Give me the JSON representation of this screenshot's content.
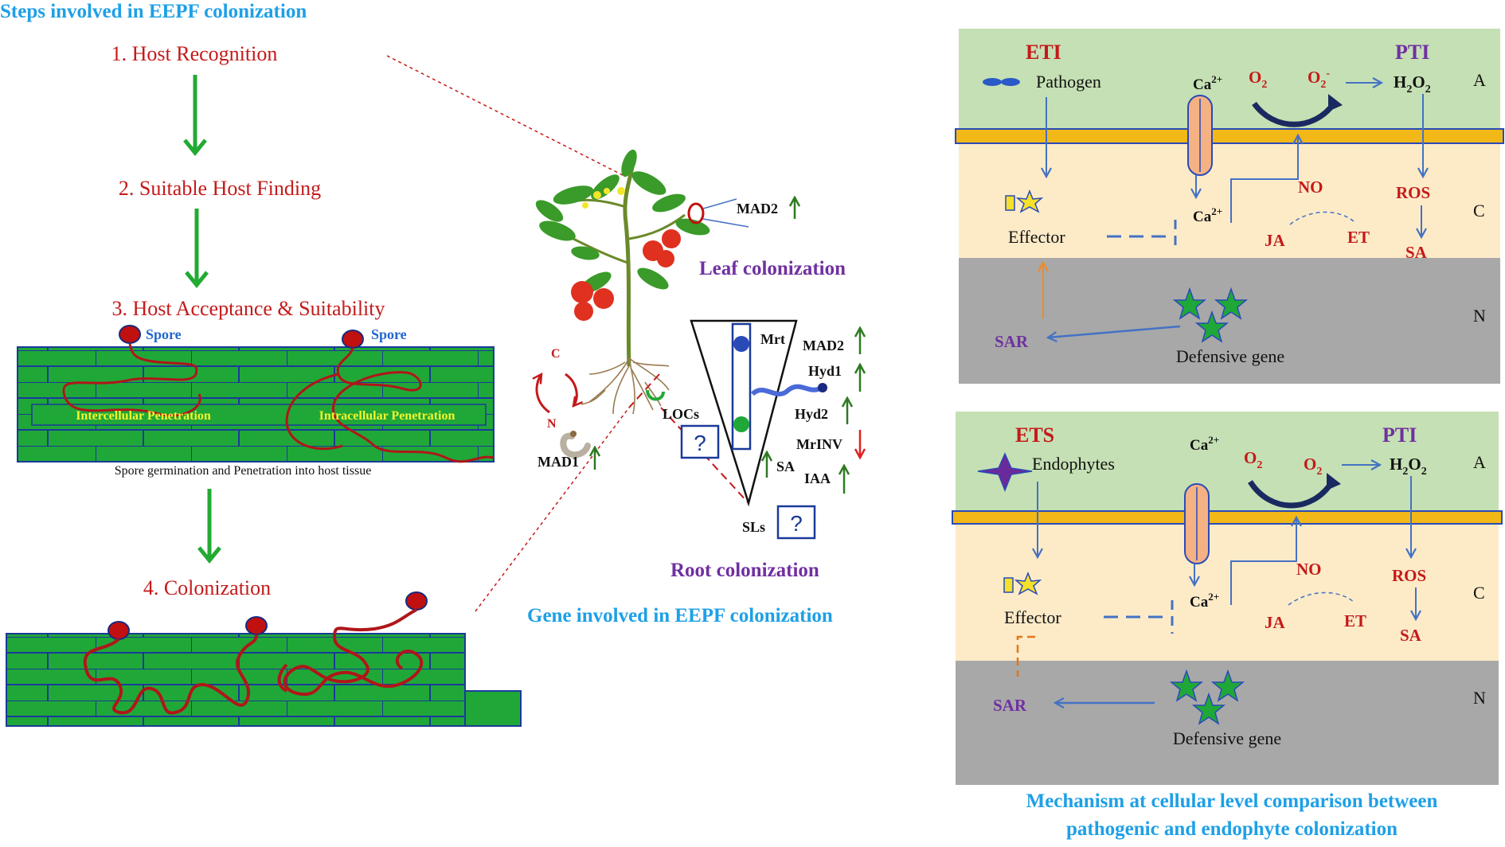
{
  "left": {
    "title": "Steps involved in EEPF colonization",
    "steps": [
      "1. Host Recognition",
      "2. Suitable Host Finding",
      "3. Host Acceptance &  Suitability",
      "4. Colonization"
    ],
    "spore_label": "Spore",
    "intercellular": "Intercellular Penetration",
    "intracellular": "Intracellular Penetration",
    "caption": "Spore germination and Penetration into host tissue"
  },
  "middle": {
    "leaf_title": "Leaf colonization",
    "root_title": "Root colonization",
    "gene_title": "Gene involved in EEPF colonization",
    "cycle_c": "C",
    "cycle_n": "N",
    "genes": {
      "mad2_leaf": "MAD2",
      "mad1": "MAD1",
      "locs": "LOCs",
      "mrt": "Mrt",
      "mad2_root": "MAD2",
      "hyd1": "Hyd1",
      "hyd2": "Hyd2",
      "mrinv": "MrINV",
      "iaa": "IAA",
      "sa": "SA",
      "sls": "SLs",
      "question": "?"
    }
  },
  "right": {
    "panel1": {
      "immunity_left": "ETI",
      "immunity_right": "PTI",
      "organism": "Pathogen",
      "ca_top": "Ca",
      "ca_bottom": "Ca",
      "ca_sup": "2+",
      "o2": "O",
      "o2_sub": "2",
      "o2_radical": "O",
      "o2_radical_sub": "2",
      "o2_radical_sup": "-",
      "h2o2_a": "H",
      "h2o2_sub1": "2",
      "h2o2_b": "O",
      "h2o2_sub2": "2",
      "no": "NO",
      "ros": "ROS",
      "ja": "JA",
      "et": "ET",
      "sa": "SA",
      "effector": "Effector",
      "sar": "SAR",
      "defensive": "Defensive gene",
      "zone_a": "A",
      "zone_c": "C",
      "zone_n": "N"
    },
    "panel2": {
      "immunity_left": "ETS",
      "immunity_right": "PTI",
      "organism": "Endophytes",
      "ca_top": "Ca",
      "ca_bottom": "Ca",
      "ca_sup": "2+",
      "o2": "O",
      "o2_sub": "2",
      "o2_radical": "O",
      "o2_radical_sub": "2",
      "h2o2_a": "H",
      "h2o2_sub1": "2",
      "h2o2_b": "O",
      "h2o2_sub2": "2",
      "no": "NO",
      "ros": "ROS",
      "ja": "JA",
      "et": "ET",
      "sa": "SA",
      "effector": "Effector",
      "sar": "SAR",
      "defensive": "Defensive gene",
      "zone_a": "A",
      "zone_c": "C",
      "zone_n": "N"
    },
    "caption_line1": "Mechanism at cellular level comparison between",
    "caption_line2": "pathogenic and endophyte colonization"
  },
  "colors": {
    "title_blue": "#1ea0e6",
    "step_red": "#c41a1a",
    "arrow_green": "#22aa33",
    "tissue_green": "#1fa838",
    "hypha_red": "#b0161a",
    "panel_apo": "#c5e0b4",
    "panel_cyto": "#fdebc8",
    "panel_nuc": "#a8a8a8",
    "membrane": "#f2b818",
    "signal_blue": "#4472c4",
    "sar_purple": "#7030a0"
  }
}
